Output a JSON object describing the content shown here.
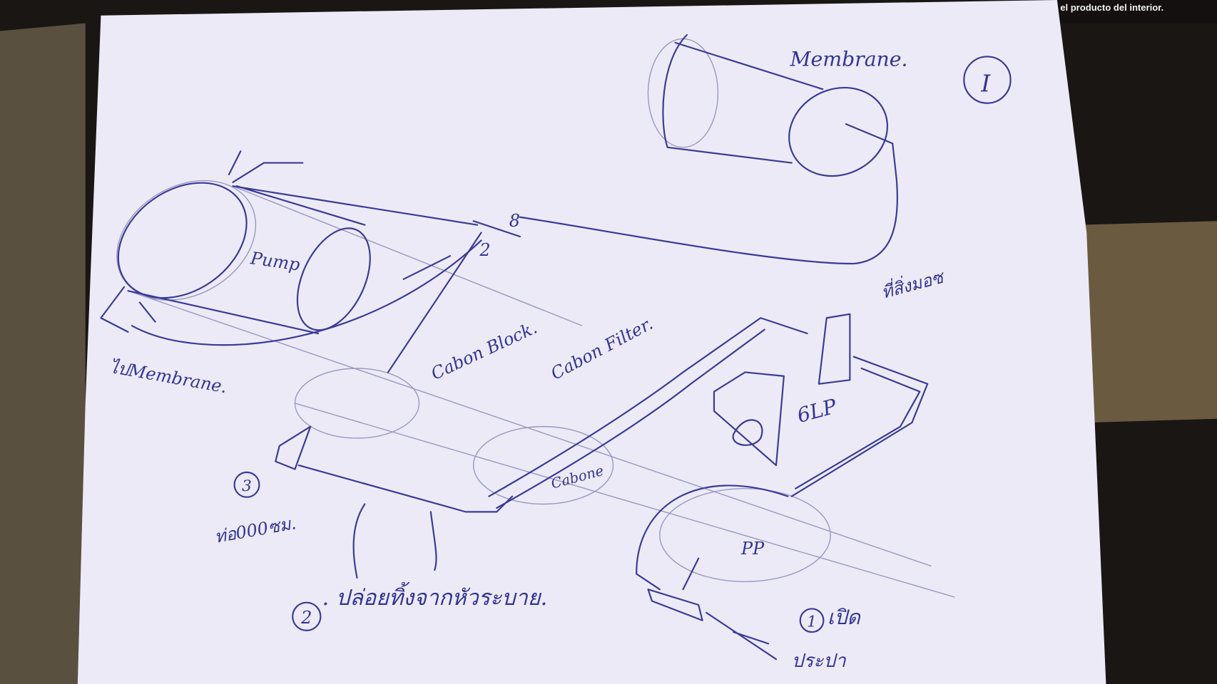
{
  "background_print": {
    "text": "el producto del interior."
  },
  "diagram": {
    "sheet_marker": "I",
    "labels": {
      "membrane": "Membrane.",
      "pump": "Pump",
      "to_membrane": "ไปMembrane.",
      "carbon_block": "Cabon Block.",
      "carbon_filter": "Cabon Filter.",
      "carbone": "Cabone",
      "six_lp": "6LP",
      "pp": "PP",
      "housing_note": "ที่สิ่งมอซ",
      "num_8": "8",
      "num_2": "2",
      "step1_num": "1",
      "step1_text": "เปิด",
      "step1_text2": "ประปา",
      "step2_num": "2",
      "step2_text": ". ปล่อยทิ้งจากหัวระบาย.",
      "step3_num": "3",
      "step3_text": "ท่อ000ซม."
    },
    "colors": {
      "ink": "#3a3a9a",
      "paper": "#eceaf6",
      "background": "#1a1614"
    }
  }
}
